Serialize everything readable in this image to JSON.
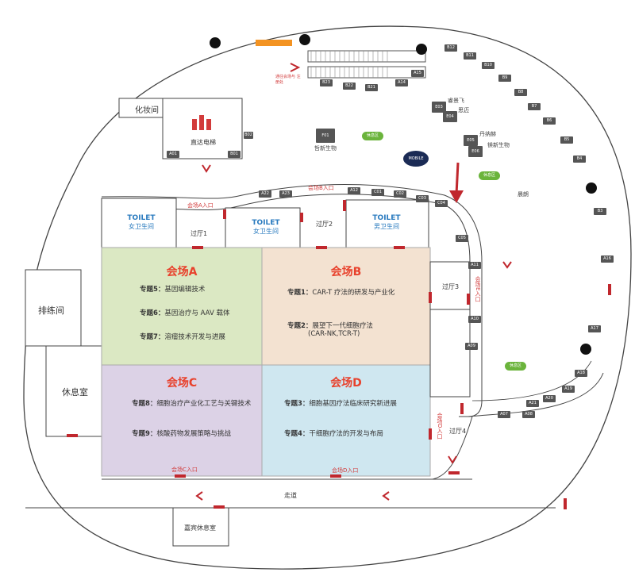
{
  "colors": {
    "venue_a": "#dbe8c3",
    "venue_b": "#f3e2d1",
    "venue_c": "#dcd2e6",
    "venue_d": "#cfe7f0",
    "title_red": "#e8412c",
    "door_red": "#c0272d",
    "toilet_blue": "#2a7bbf",
    "booth_gray": "#555555",
    "green_area": "#6bb43c"
  },
  "rooms": {
    "makeup": "化妆间",
    "rehearsal": "排练间",
    "lounge": "休息室",
    "vip_lounge": "嘉宾休息室",
    "elevator": "直达电梯",
    "corridor": "走道",
    "pass1": "过厅1",
    "pass2": "过厅2",
    "pass3": "过厅3",
    "pass4": "过厅4"
  },
  "toilets": [
    {
      "title": "TOILET",
      "label": "女卫生间"
    },
    {
      "title": "TOILET",
      "label": "女卫生间"
    },
    {
      "title": "TOILET",
      "label": "男卫生间"
    }
  ],
  "venues": {
    "a": {
      "title": "会场A",
      "topics": [
        "专题5：基因编辑技术",
        "专题6：基因治疗与 AAV 载体",
        "专题7：溶瘤技术开发与进展"
      ]
    },
    "b": {
      "title": "会场B",
      "topics": [
        "专题1：CAR-T 疗法的研发与产业化",
        "专题2：展望下一代细胞疗法",
        "(CAR-NK,TCR-T)"
      ]
    },
    "c": {
      "title": "会场C",
      "topics": [
        "专题8：细胞治疗产业化工艺与关键技术",
        "专题9：核酸药物发展策略与挑战"
      ]
    },
    "d": {
      "title": "会场D",
      "topics": [
        "专题3：细胞基因疗法临床研究新进展",
        "专题4：干细胞疗法的开发与布局"
      ]
    }
  },
  "entrances": {
    "a": "会场A入口",
    "b": "会场B入口",
    "c": "会场C入口",
    "d": "会场D入口",
    "d_side": "会场D入口",
    "e": "会场E入口"
  },
  "booths": [
    "B12",
    "B11",
    "B10",
    "B9",
    "B8",
    "B7",
    "B6",
    "B5",
    "B4",
    "B3",
    "B23",
    "B22",
    "B21",
    "A14",
    "A15",
    "A16",
    "A17",
    "A18",
    "A19",
    "A20",
    "A21",
    "A22",
    "A23",
    "C01",
    "C02",
    "C03",
    "C04",
    "C05",
    "A12",
    "A11",
    "A10",
    "A09",
    "A08",
    "A07",
    "A01",
    "B01",
    "B02",
    "E03",
    "E04",
    "E05",
    "E06",
    "F01"
  ],
  "labels": {
    "f01_company": "哲新生物",
    "e03_company": "睿景飞",
    "e03_sub": "思迈",
    "e05_company": "丹纳赫",
    "e05_sub": "镁新生物",
    "c05_company": "晨朗",
    "top_note": "通往会场与\n注册处",
    "mobile_logo": "MOBILE",
    "rest_area_1": "休息区",
    "rest_area_2": "休息区",
    "rest_area_3": "休息区"
  }
}
